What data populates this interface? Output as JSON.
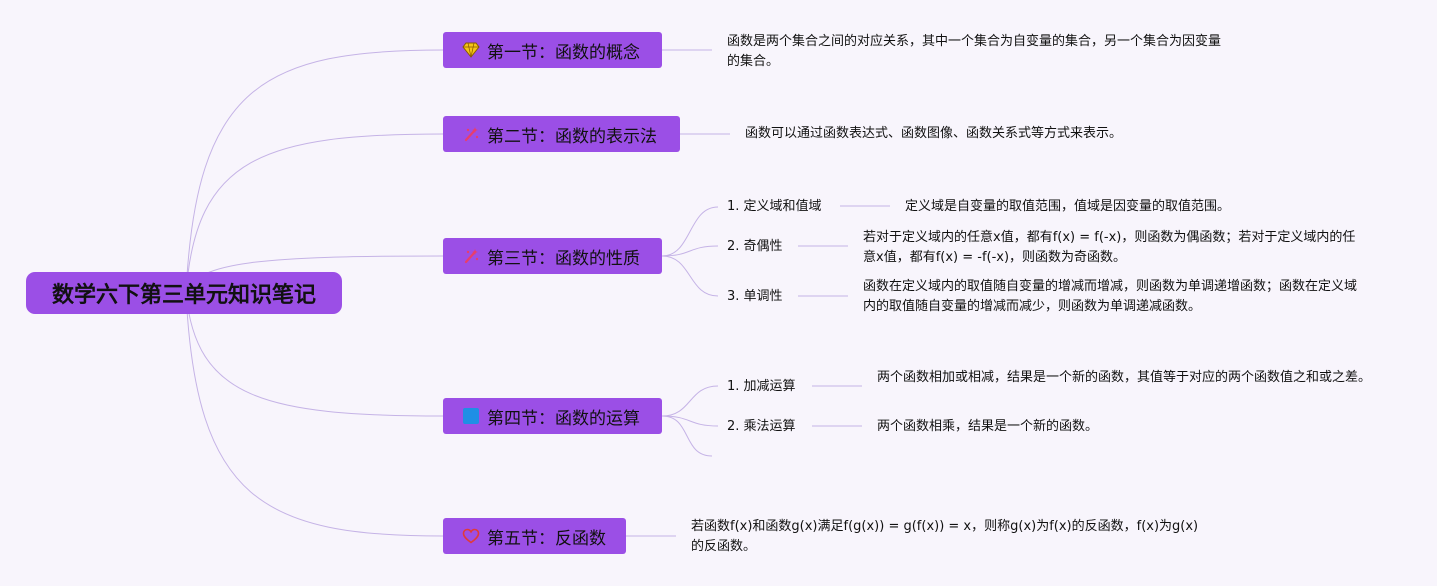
{
  "root": {
    "title": "数学六下第三单元知识笔记"
  },
  "colors": {
    "background": "#f8f5fc",
    "node_fill": "#9b4fe6",
    "line": "#c5b3e6",
    "diamond_icon": "#f5c518",
    "wand_icon": "#e83e6b",
    "square_icon": "#1f8fe5",
    "heart_icon": "#e03a3a"
  },
  "sections": [
    {
      "label": "第一节：函数的概念",
      "icon": "diamond-icon",
      "desc": "函数是两个集合之间的对应关系，其中一个集合为自变量的集合，另一个集合为因变量的集合。"
    },
    {
      "label": "第二节：函数的表示法",
      "icon": "magic-wand-icon",
      "desc": "函数可以通过函数表达式、函数图像、函数关系式等方式来表示。"
    },
    {
      "label": "第三节：函数的性质",
      "icon": "magic-wand-icon",
      "items": [
        {
          "label": "1. 定义域和值域",
          "desc": "定义域是自变量的取值范围，值域是因变量的取值范围。"
        },
        {
          "label": "2. 奇偶性",
          "desc": "若对于定义域内的任意x值，都有f(x) = f(-x)，则函数为偶函数；若对于定义域内的任意x值，都有f(x) = -f(-x)，则函数为奇函数。"
        },
        {
          "label": "3. 单调性",
          "desc": "函数在定义域内的取值随自变量的增减而增减，则函数为单调递增函数；函数在定义域内的取值随自变量的增减而减少，则函数为单调递减函数。"
        }
      ]
    },
    {
      "label": "第四节：函数的运算",
      "icon": "blue-square-icon",
      "items": [
        {
          "label": "1. 加减运算",
          "desc": "两个函数相加或相减，结果是一个新的函数，其值等于对应的两个函数值之和或之差。"
        },
        {
          "label": "2. 乘法运算",
          "desc": "两个函数相乘，结果是一个新的函数。"
        }
      ]
    },
    {
      "label": "第五节：反函数",
      "icon": "heart-icon",
      "desc": "若函数f(x)和函数g(x)满足f(g(x)) = g(f(x)) = x，则称g(x)为f(x)的反函数，f(x)为g(x)的反函数。"
    }
  ]
}
